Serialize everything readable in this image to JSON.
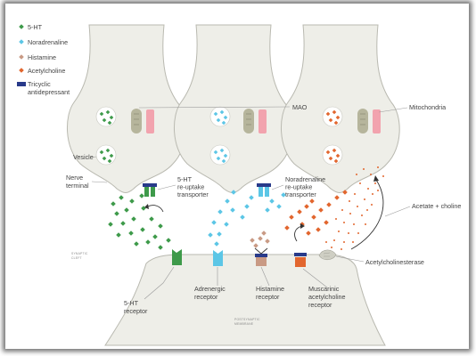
{
  "legend": [
    {
      "label": "5-HT",
      "color": "#3e9a4a",
      "shape": "diamond"
    },
    {
      "label": "Noradrenaline",
      "color": "#5cc6e6",
      "shape": "diamond"
    },
    {
      "label": "Histamine",
      "color": "#c99a84",
      "shape": "diamond"
    },
    {
      "label": "Acetylcholine",
      "color": "#e2662e",
      "shape": "diamond"
    },
    {
      "label": "Tricyclic antidepressant",
      "color": "#283a8a",
      "shape": "bar"
    }
  ],
  "labels": {
    "mao": "MAO",
    "mitochondria": "Mitochondria",
    "vesicle": "Vesicle",
    "nerve_terminal": "Nerve terminal",
    "ht_reuptake": "5-HT re-uptake transporter",
    "na_reuptake": "Noradrenaline re-uptake transporter",
    "acetate_choline": "Acetate + choline",
    "synaptic_cleft": "SYNAPTIC CLEFT",
    "acetylcholinesterase": "Acetylcholinesterase",
    "ht_receptor": "5-HT receptor",
    "adrenergic_receptor": "Adrenergic receptor",
    "histamine_receptor": "Histamine receptor",
    "muscarinic_receptor": "Muscarinic acetylcholine receptor",
    "postsynaptic_membrane": "POSTSYNAPTIC MEMBRANE"
  },
  "colors": {
    "membrane_fill": "#eeeee8",
    "membrane_stroke": "#b9b9b0",
    "mitochondria": "#b6b59c",
    "mao": "#f2a3ae",
    "ht": "#3e9a4a",
    "na": "#5cc6e6",
    "histamine": "#c99a84",
    "ach": "#e2662e",
    "tca": "#283a8a",
    "acetate": "#e2662e"
  }
}
